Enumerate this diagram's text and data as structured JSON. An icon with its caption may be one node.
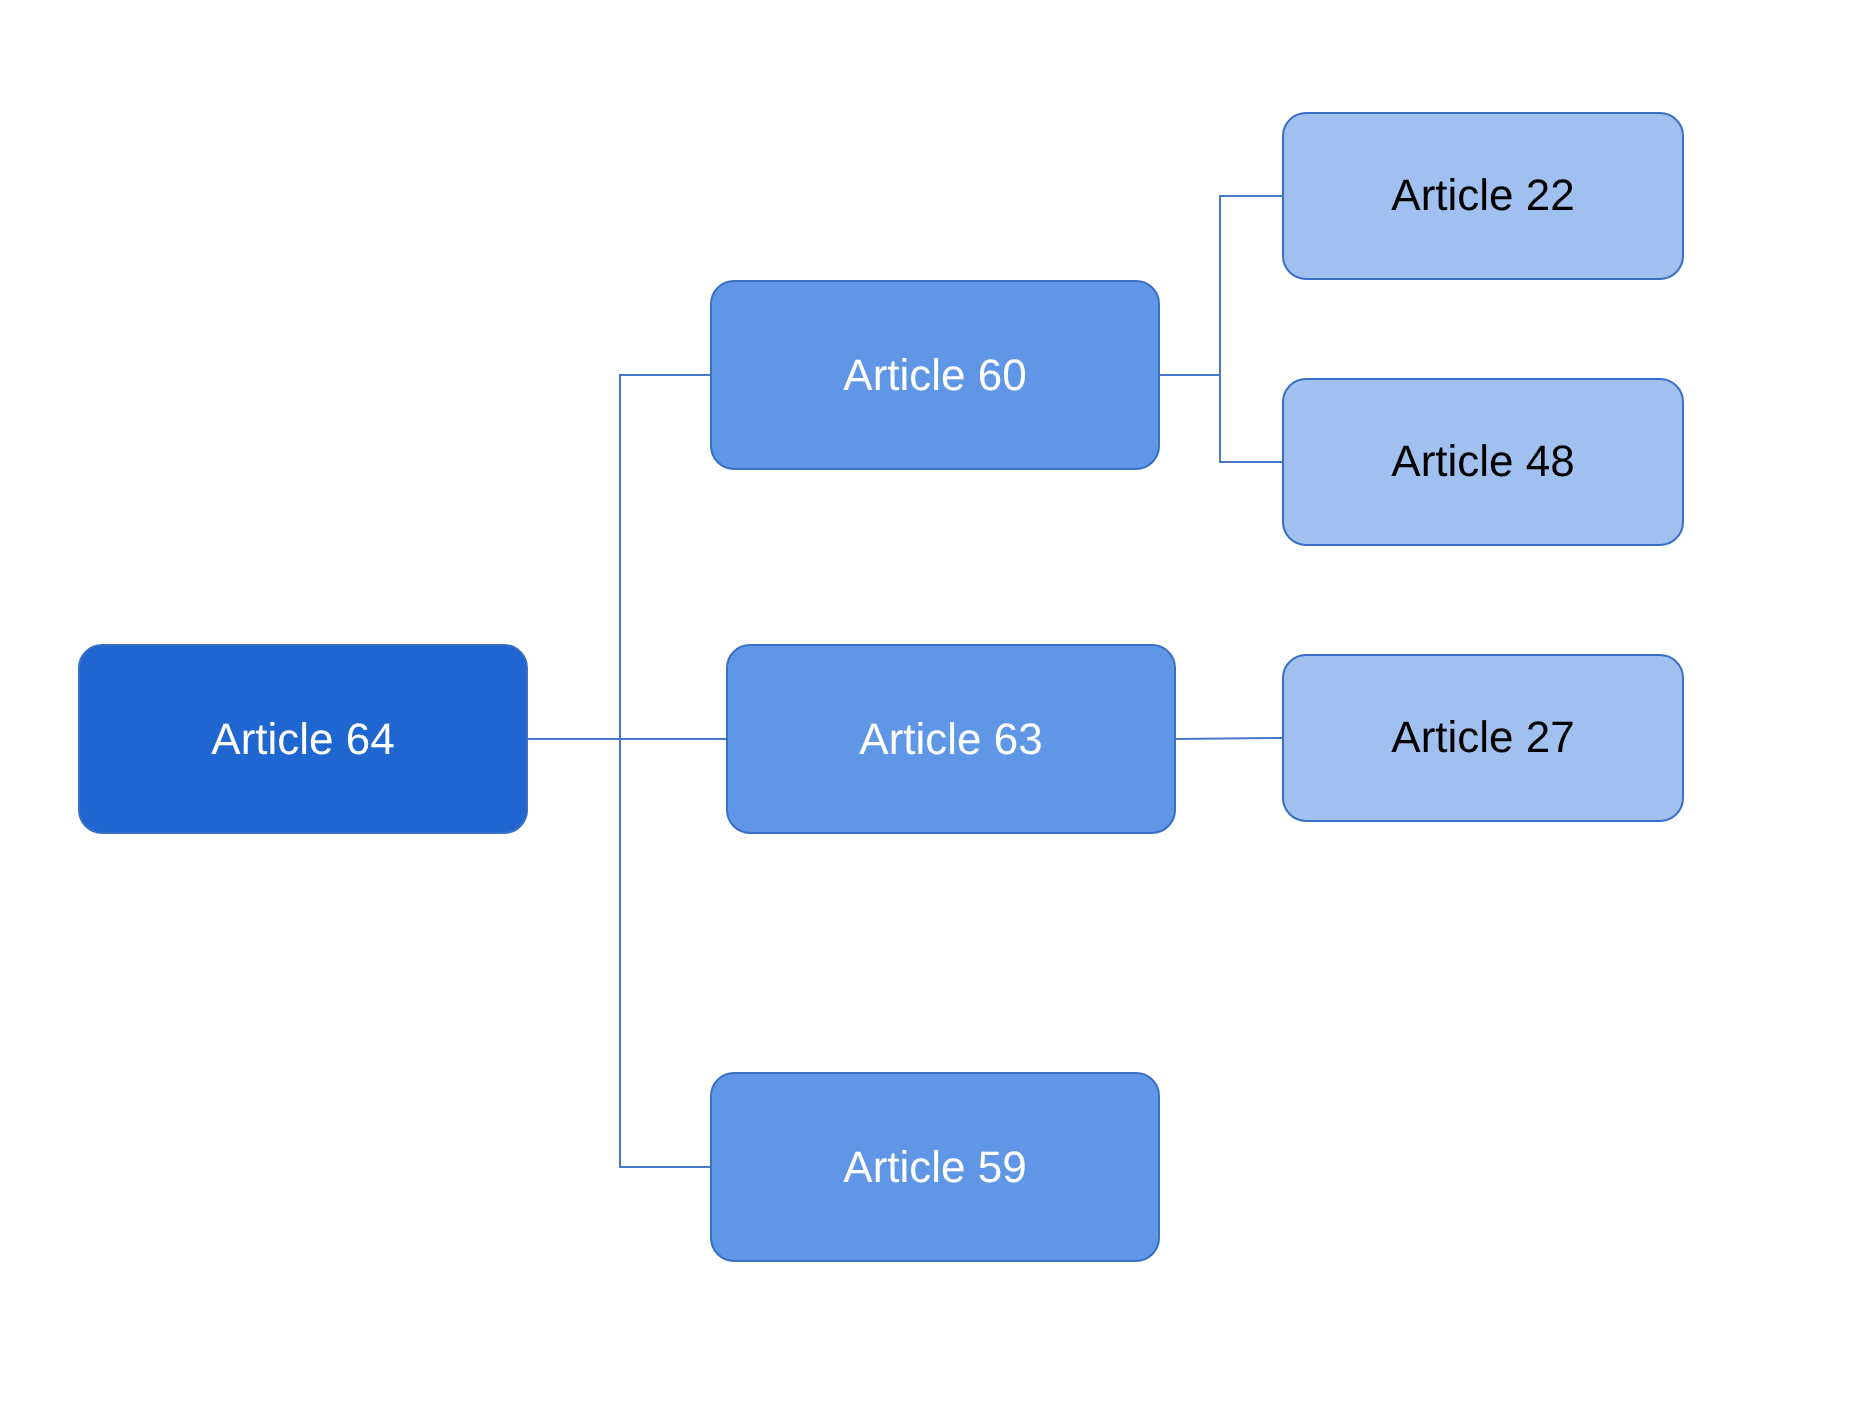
{
  "diagram": {
    "nodes": [
      {
        "text": [
          "Article 64"
        ]
      },
      {
        "text": [
          "Article 60"
        ]
      },
      {
        "text": [
          "Article 22"
        ]
      },
      {
        "text": [
          "Article 48"
        ]
      },
      {
        "text": [
          "Article 63"
        ]
      },
      {
        "text": [
          "Article 27"
        ]
      },
      {
        "text": [
          "Article 59"
        ]
      }
    ],
    "edges": [
      {
        "from": 0,
        "to": 1,
        "arrow": "none"
      },
      {
        "from": 0,
        "to": 4,
        "arrow": "none"
      },
      {
        "from": 0,
        "to": 6,
        "arrow": "none"
      },
      {
        "from": 1,
        "to": 2,
        "arrow": "none"
      },
      {
        "from": 1,
        "to": 3,
        "arrow": "none"
      },
      {
        "from": 4,
        "to": 5,
        "arrow": "none"
      }
    ]
  }
}
